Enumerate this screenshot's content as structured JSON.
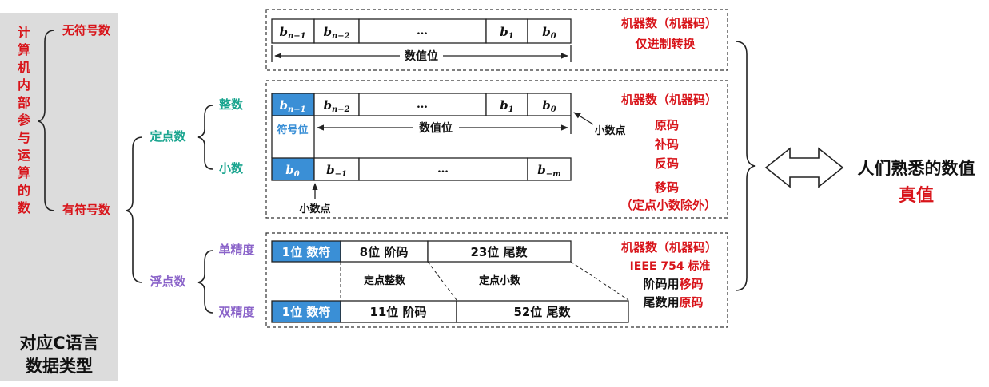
{
  "left_panel": {
    "vertical_title": [
      "计",
      "算",
      "机",
      "内",
      "部",
      "参",
      "与",
      "运",
      "算",
      "的",
      "数"
    ],
    "bottom_label_line1": "对应C语言",
    "bottom_label_line2": "数据类型"
  },
  "categories": {
    "unsigned": "无符号数",
    "signed": "有符号数",
    "fixed_point": "定点数",
    "floating_point": "浮点数",
    "integer": "整数",
    "fraction": "小数",
    "single": "单精度",
    "double": "双精度"
  },
  "unsigned_box": {
    "cells": [
      "b",
      "b",
      "…",
      "b",
      "b"
    ],
    "subs": [
      "n−1",
      "n−2",
      "",
      "1",
      "0"
    ],
    "span_label": "数值位",
    "note_line1": "机器数（机器码）",
    "note_line2": "仅进制转换"
  },
  "signed_box": {
    "int_cells": [
      "b",
      "b",
      "…",
      "b",
      "b"
    ],
    "int_subs": [
      "n−1",
      "n−2",
      "",
      "1",
      "0"
    ],
    "sign_label": "符号位",
    "span_label": "数值位",
    "point_label": "小数点",
    "frac_cells": [
      "b",
      "b",
      "…",
      "b"
    ],
    "frac_subs": [
      "0",
      "−1",
      "",
      "−m"
    ],
    "frac_point_label": "小数点",
    "note_title": "机器数（机器码）",
    "codes": [
      "原码",
      "补码",
      "反码",
      "移码"
    ],
    "code_note": "（定点小数除外）"
  },
  "float_box": {
    "single_cells": [
      "1位 数符",
      "8位 阶码",
      "23位 尾数"
    ],
    "double_cells": [
      "1位 数符",
      "11位 阶码",
      "52位 尾数"
    ],
    "int_part_label": "定点整数",
    "frac_part_label": "定点小数",
    "note_title": "机器数（机器码）",
    "note_std": "IEEE 754 标准",
    "exp_prefix": "阶码用",
    "exp_code": "移码",
    "mant_prefix": "尾数用",
    "mant_code": "原码"
  },
  "right": {
    "title": "人们熟悉的数值",
    "value": "真值"
  },
  "colors": {
    "red": "#d8141a",
    "teal": "#1aa58f",
    "purple": "#8a63c9",
    "blue": "#3a8fd6",
    "panel_gray": "#dcdcdc"
  }
}
